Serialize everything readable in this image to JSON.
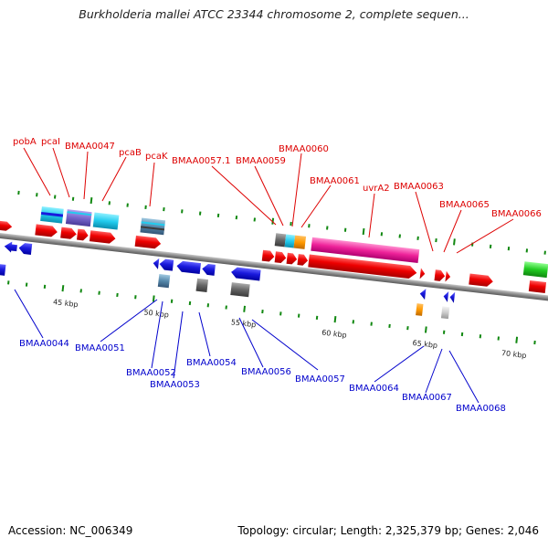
{
  "title": "Burkholderia mallei ATCC 23344 chromosome 2, complete sequen...",
  "footer": {
    "accession": "Accession: NC_006349",
    "summary": "Topology: circular; Length: 2,325,379 bp; Genes: 2,046"
  },
  "colors": {
    "forward_label": "#dd0000",
    "reverse_label": "#0000cc",
    "forward_arrow": "#ee0000",
    "reverse_arrow": "#1a1add",
    "backbone": "#888888",
    "tick": "#118811"
  },
  "scale_labels": [
    "45 kbp",
    "50 kbp",
    "55 kbp",
    "60 kbp",
    "65 kbp",
    "70 kbp"
  ],
  "forward_genes": [
    "pobA",
    "pcaI",
    "BMAA0047",
    "pcaB",
    "pcaK",
    "BMAA0057.1",
    "BMAA0059",
    "BMAA0060",
    "BMAA0061",
    "uvrA2",
    "BMAA0063",
    "BMAA0065",
    "BMAA0066"
  ],
  "reverse_genes": [
    "BMAA0044",
    "BMAA0051",
    "BMAA0052",
    "BMAA0053",
    "BMAA0054",
    "BMAA0056",
    "BMAA0057",
    "BMAA0064",
    "BMAA0067",
    "BMAA0068"
  ]
}
